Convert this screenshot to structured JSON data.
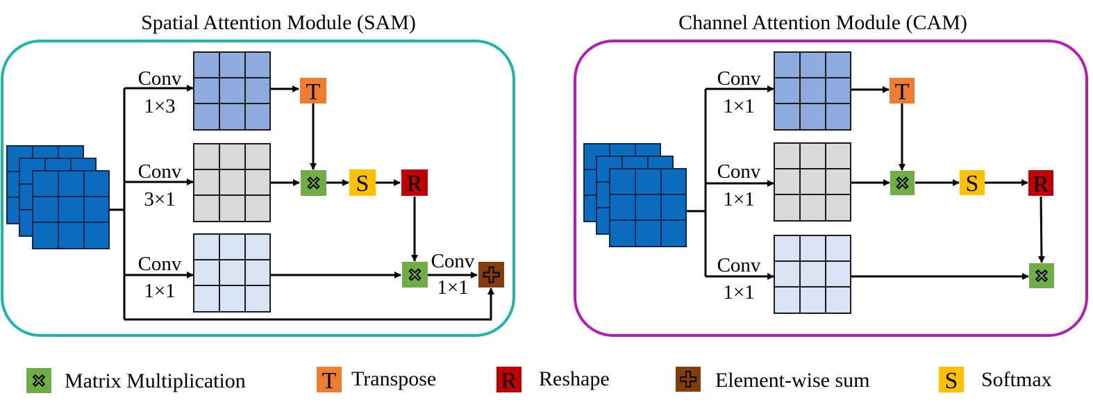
{
  "sam": {
    "title": "Spatial Attention Module (SAM)",
    "border_color": "#1fb3b0",
    "conv_top": {
      "label": "Conv",
      "kernel": "1×3"
    },
    "conv_mid": {
      "label": "Conv",
      "kernel": "3×1"
    },
    "conv_bot": {
      "label": "Conv",
      "kernel": "1×1"
    },
    "conv_out": {
      "label": "Conv",
      "kernel": "1×1"
    }
  },
  "cam": {
    "title": "Channel Attention Module (CAM)",
    "border_color": "#b51cb5",
    "conv_top": {
      "label": "Conv",
      "kernel": "1×1"
    },
    "conv_mid": {
      "label": "Conv",
      "kernel": "1×1"
    },
    "conv_bot": {
      "label": "Conv",
      "kernel": "1×1"
    }
  },
  "ops": {
    "transpose": "T",
    "softmax": "S",
    "reshape": "R"
  },
  "legend": {
    "matmul": "Matrix Multiplication",
    "transpose": "Transpose",
    "reshape": "Reshape",
    "elemsum": "Element-wise sum",
    "softmax": "Softmax"
  },
  "colors": {
    "feature_blue": "#0b6bbf",
    "grid_blue": "#8faadc",
    "grid_gray": "#d9d9d9",
    "grid_light": "#dae3f3",
    "matmul_green": "#70ad47",
    "transpose_orange": "#ed7d31",
    "softmax_yellow": "#ffc000",
    "reshape_red": "#c00000",
    "sum_brown": "#843c0c"
  }
}
